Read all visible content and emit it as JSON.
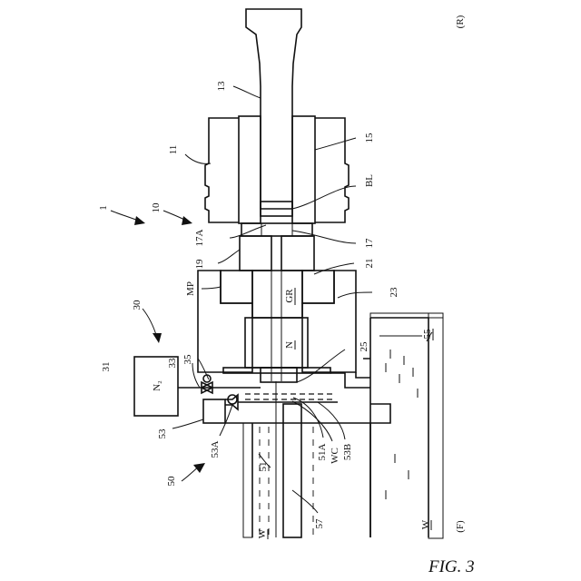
{
  "figure": {
    "caption": "FIG. 3",
    "orientation_top": "(R)",
    "orientation_bottom": "(F)",
    "gas_source": "N₂"
  },
  "labels": {
    "l1": "1",
    "l10": "10",
    "l11": "11",
    "l13": "13",
    "l15": "15",
    "lBL": "BL",
    "l17": "17",
    "l17A": "17A",
    "l19": "19",
    "l21": "21",
    "lMP": "MP",
    "lGR": "GR",
    "l23": "23",
    "lN": "N",
    "l25": "25",
    "l30": "30",
    "l31": "31",
    "l33": "33",
    "l35": "35",
    "l53": "53",
    "l53A": "53A",
    "l50": "50",
    "l51": "51",
    "l51A": "51A",
    "lWC": "WC",
    "l53B": "53B",
    "l55": "55",
    "l57": "57",
    "lW1": "W",
    "lW2": "W"
  }
}
